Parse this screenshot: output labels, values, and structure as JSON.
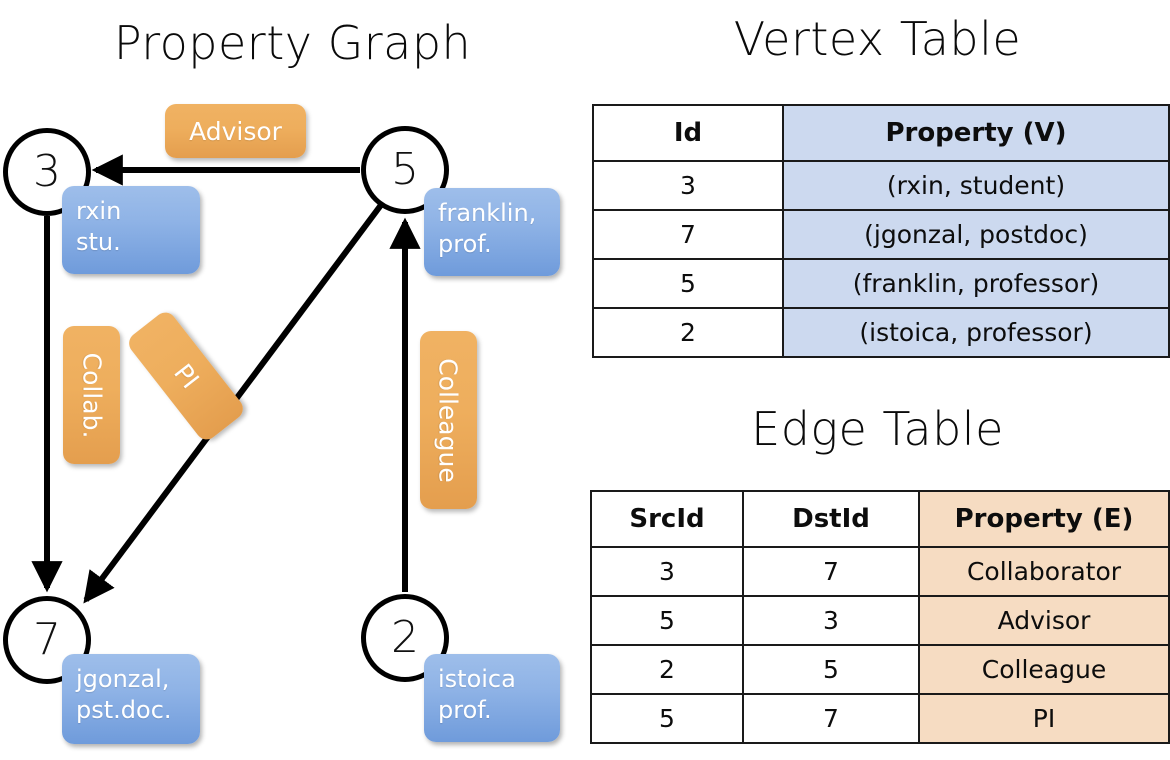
{
  "graph_panel": {
    "title": "Property Graph",
    "nodes": [
      {
        "id": "3",
        "property": [
          "rxin",
          "stu."
        ]
      },
      {
        "id": "5",
        "property": [
          "franklin,",
          "prof."
        ]
      },
      {
        "id": "7",
        "property": [
          "jgonzal,",
          "pst.doc."
        ]
      },
      {
        "id": "2",
        "property": [
          "istoica",
          "prof."
        ]
      }
    ],
    "edge_labels": {
      "advisor": "Advisor",
      "collab": "Collab.",
      "colleague": "Colleague",
      "pi": "PI"
    },
    "edges": [
      {
        "src": "5",
        "dst": "3",
        "label": "Advisor"
      },
      {
        "src": "3",
        "dst": "7",
        "label": "Collab."
      },
      {
        "src": "5",
        "dst": "7",
        "label": "PI"
      },
      {
        "src": "2",
        "dst": "5",
        "label": "Colleague"
      }
    ]
  },
  "vertex_table": {
    "title": "Vertex Table",
    "headers": [
      "Id",
      "Property (V)"
    ],
    "rows": [
      {
        "id": "3",
        "property": "(rxin, student)"
      },
      {
        "id": "7",
        "property": "(jgonzal, postdoc)"
      },
      {
        "id": "5",
        "property": "(franklin, professor)"
      },
      {
        "id": "2",
        "property": "(istoica, professor)"
      }
    ]
  },
  "edge_table": {
    "title": "Edge Table",
    "headers": [
      "SrcId",
      "DstId",
      "Property (E)"
    ],
    "rows": [
      {
        "src": "3",
        "dst": "7",
        "property": "Collaborator"
      },
      {
        "src": "5",
        "dst": "3",
        "property": "Advisor"
      },
      {
        "src": "2",
        "dst": "5",
        "property": "Colleague"
      },
      {
        "src": "5",
        "dst": "7",
        "property": "PI"
      }
    ]
  },
  "colors": {
    "vertex_property_fill": "#ccd9ef",
    "edge_property_fill": "#f6dcc2",
    "node_callout": "#8fb3e6",
    "edge_tag": "#eeae5d"
  }
}
